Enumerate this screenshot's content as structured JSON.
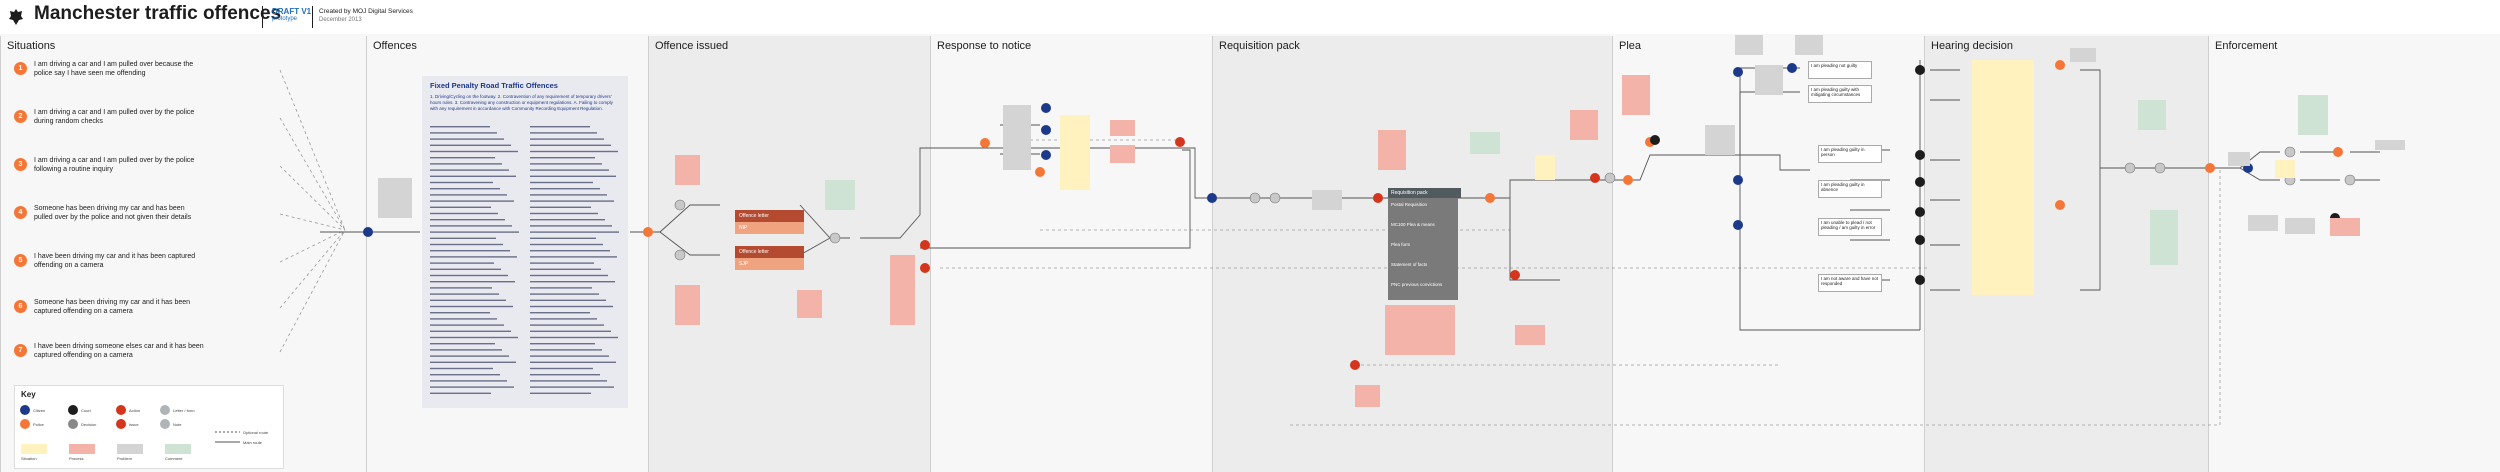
{
  "header": {
    "title": "Manchester traffic offences",
    "draft": "DRAFT V1",
    "draft_sub": "prototype",
    "created": "Created by MOJ Digital Services",
    "created_date": "December 2013"
  },
  "lanes": [
    {
      "title": "Situations"
    },
    {
      "title": "Offences"
    },
    {
      "title": "Offence issued"
    },
    {
      "title": "Response to notice"
    },
    {
      "title": "Requisition pack"
    },
    {
      "title": "Plea"
    },
    {
      "title": "Hearing decision"
    },
    {
      "title": "Enforcement"
    }
  ],
  "situations": [
    {
      "num": "1",
      "text": "I am driving a car and I am pulled over because the police say I have seen me offending"
    },
    {
      "num": "2",
      "text": "I am driving a car and I am pulled over by the police during random checks"
    },
    {
      "num": "3",
      "text": "I am driving a car and I am pulled over by the police following a routine inquiry"
    },
    {
      "num": "4",
      "text": "Someone has been driving my car and has been pulled over by the police and not given their details"
    },
    {
      "num": "5",
      "text": "I have been driving my car and it has been captured offending on a camera"
    },
    {
      "num": "6",
      "text": "Someone has been driving my car and it has been captured offending on a camera"
    },
    {
      "num": "7",
      "text": "I have been driving someone elses car and it has been captured offending on a camera"
    }
  ],
  "fpn": {
    "title": "Fixed Penalty Road Traffic Offences",
    "intro": "1. Driving/Cycling on the footway. 2. Contravention of any requirement of temporary drivers' hours rules. 3. Contravening any construction or equipment regulations. A. Failing to comply with any requirement in accordance with Community Recording Equipment Regulation."
  },
  "issue_boxes": [
    {
      "label": "Offence letter"
    },
    {
      "label": "NIP"
    },
    {
      "label": "Offence letter"
    },
    {
      "label": "SJP"
    }
  ],
  "requisition": {
    "title": "Requisition pack",
    "items": [
      {
        "label": "Postal Requisition"
      },
      {
        "label": "MC100 Plea & means"
      },
      {
        "label": "Plea form"
      },
      {
        "label": "Statement of facts"
      },
      {
        "label": "PNC previous convictions"
      }
    ]
  },
  "pleas": [
    {
      "label": "I am pleading not guilty"
    },
    {
      "label": "I am pleading guilty with mitigating circumstances"
    },
    {
      "label": "I am pleading guilty in person"
    },
    {
      "label": "I am pleading guilty in absence"
    },
    {
      "label": "I am unable to plead / not pleading / am guilty in error"
    },
    {
      "label": "I am not aware and have not responded"
    }
  ],
  "key": {
    "title": "Key",
    "items": [
      {
        "label": "Citizen"
      },
      {
        "label": "Police"
      },
      {
        "label": "Court"
      },
      {
        "label": "Decision"
      },
      {
        "label": "Action"
      },
      {
        "label": "Issue"
      },
      {
        "label": "Letter / form"
      },
      {
        "label": "Note"
      },
      {
        "label": "Situation"
      },
      {
        "label": "Process"
      },
      {
        "label": "Problem"
      },
      {
        "label": "Comment"
      },
      {
        "label": "Optional route"
      },
      {
        "label": "Main route"
      }
    ]
  },
  "colors": {
    "orange": "#f47738",
    "navy": "#1d3a8a",
    "red": "#d4351c",
    "pink": "#f4b3a8",
    "yellow": "#fff2bf",
    "green": "#cfe3d4",
    "grey": "#b1b4b6",
    "darkgrey": "#505a5f"
  }
}
